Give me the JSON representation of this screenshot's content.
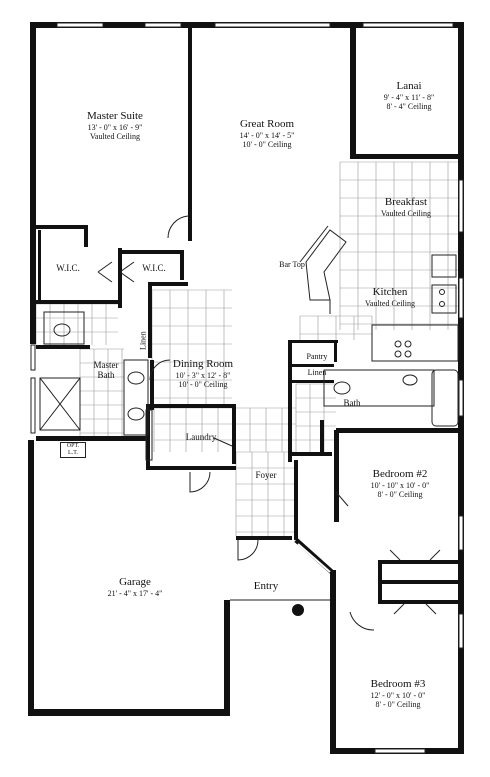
{
  "rooms": {
    "master_suite": {
      "name": "Master Suite",
      "dims": "13' - 0\" x 16' - 9\"",
      "ceiling": "Vaulted Ceiling"
    },
    "great_room": {
      "name": "Great Room",
      "dims": "14' - 0\" x 14' - 5\"",
      "ceiling": "10' - 0\" Ceiling"
    },
    "lanai": {
      "name": "Lanai",
      "dims": "9' - 4\" x 11' - 8\"",
      "ceiling": "8' - 4\" Ceiling"
    },
    "breakfast": {
      "name": "Breakfast",
      "ceiling": "Vaulted Ceiling"
    },
    "kitchen": {
      "name": "Kitchen",
      "ceiling": "Vaulted Ceiling"
    },
    "dining_room": {
      "name": "Dining Room",
      "dims": "10' - 3\" x 12' - 8\"",
      "ceiling": "10' - 0\" Ceiling"
    },
    "master_bath": {
      "name_line1": "Master",
      "name_line2": "Bath"
    },
    "wic_left": {
      "name": "W.I.C."
    },
    "wic_right": {
      "name": "W.I.C."
    },
    "laundry": {
      "name": "Laundry"
    },
    "foyer": {
      "name": "Foyer"
    },
    "bath": {
      "name": "Bath"
    },
    "pantry": {
      "name": "Pantry"
    },
    "linen_hall": {
      "name": "Linen"
    },
    "linen_bath": {
      "name": "Linen"
    },
    "bar_top": {
      "name": "Bar Top"
    },
    "bedroom2": {
      "name": "Bedroom #2",
      "dims": "10' - 10\" x 10' - 0\"",
      "ceiling": "8' - 0\" Ceiling"
    },
    "bedroom3": {
      "name": "Bedroom #3",
      "dims": "12' - 0\" x 10' - 0\"",
      "ceiling": "8' - 0\" Ceiling"
    },
    "garage": {
      "name": "Garage",
      "dims": "21' - 4\" x 17' - 4\""
    },
    "entry": {
      "name": "Entry"
    },
    "opt_lt": {
      "line1": "OPT.",
      "line2": "L.T."
    }
  }
}
